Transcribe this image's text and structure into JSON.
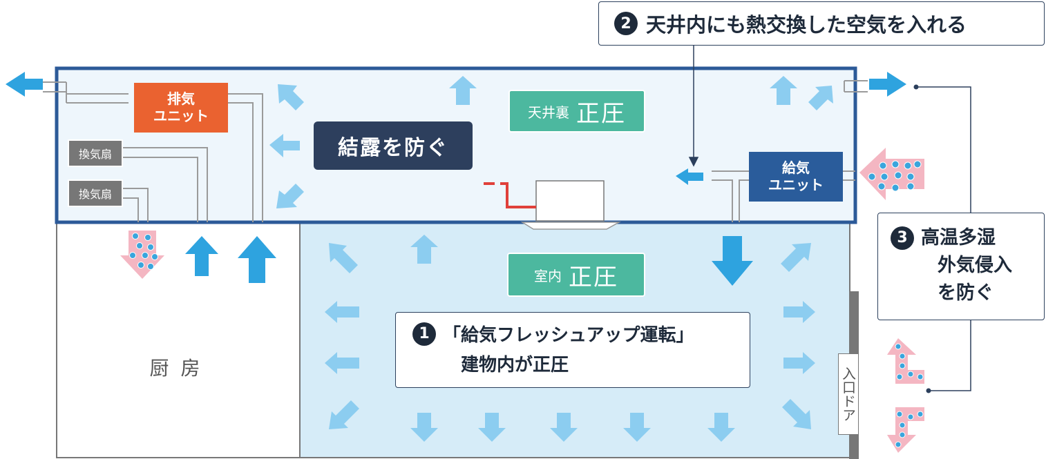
{
  "labels": {
    "ceiling_small": "天井裏",
    "ceiling_big": "正圧",
    "room_small": "室内",
    "room_big": "正圧",
    "kitchen": "厨 房",
    "condensation": "結露を防ぐ",
    "exhaust_unit_line1": "排気",
    "exhaust_unit_line2": "ユニット",
    "supply_unit_line1": "給気",
    "supply_unit_line2": "ユニット",
    "fan1": "換気扇",
    "fan2": "換気扇",
    "door": "入口ドア"
  },
  "callouts": {
    "one_num": "1",
    "one_line1": "「給気フレッシュアップ運転」",
    "one_line2": "建物内が正圧",
    "two_num": "2",
    "two_text": "天井内にも熱交換した空気を入れる",
    "three_num": "3",
    "three_line1": "高温多湿",
    "three_line2": "外気侵入",
    "three_line3": "を防ぐ"
  },
  "colors": {
    "frame_blue": "#2c5a98",
    "ceiling_bg": "#eef6fc",
    "room_bg": "#d6ecf8",
    "arrow_light": "#8ccdf0",
    "arrow_strong": "#2ea3df",
    "exhaust_orange": "#ea6230",
    "supply_navy": "#2a5c9b",
    "dark_navy": "#2d3f5d",
    "green": "#4cb89f",
    "humid_pink": "#f4b6c2",
    "drop_blue": "#3aa5dc"
  }
}
